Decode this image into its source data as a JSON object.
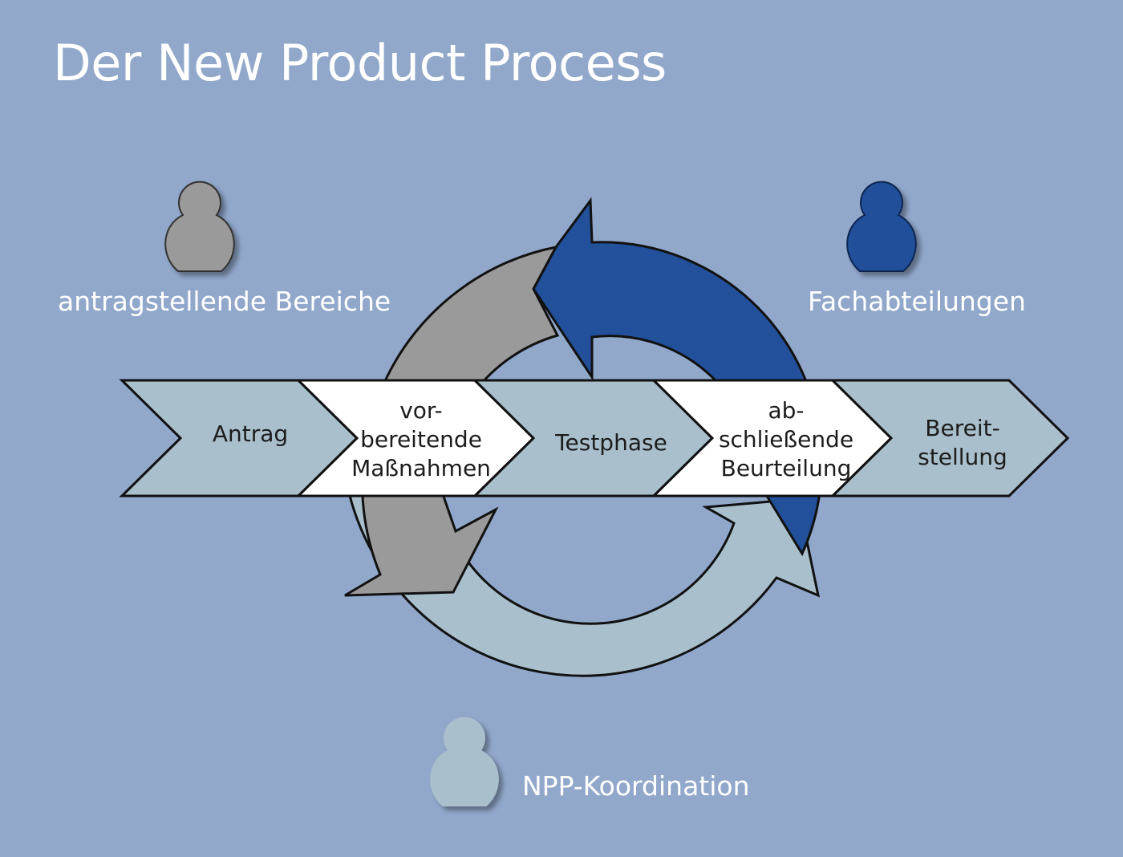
{
  "title": "Der New Product Process",
  "roles": {
    "requester": {
      "label": "antragstellende Bereiche",
      "color": "#9a9a9a",
      "icon": "person-icon"
    },
    "departments": {
      "label": "Fachabteilungen",
      "color": "#22509a",
      "icon": "person-icon"
    },
    "coordination": {
      "label": "NPP-Koordination",
      "color": "#a9bfcc",
      "icon": "person-icon"
    }
  },
  "stages": [
    {
      "label": "Antrag",
      "fill": "#a9bfcc"
    },
    {
      "label": "vor-\nbereitende\nMaßnahmen",
      "fill": "#ffffff"
    },
    {
      "label": "Testphase",
      "fill": "#a9bfcc"
    },
    {
      "label": "ab-\nschließende\nBeurteilung",
      "fill": "#ffffff"
    },
    {
      "label": "Bereit-\nstellung",
      "fill": "#a9bfcc"
    }
  ],
  "colors": {
    "background": "#91a8cb",
    "outline": "#111111",
    "gray_arrow": "#9a9a9a",
    "blue_arrow": "#22509a",
    "light_arrow": "#a9bfcc"
  }
}
